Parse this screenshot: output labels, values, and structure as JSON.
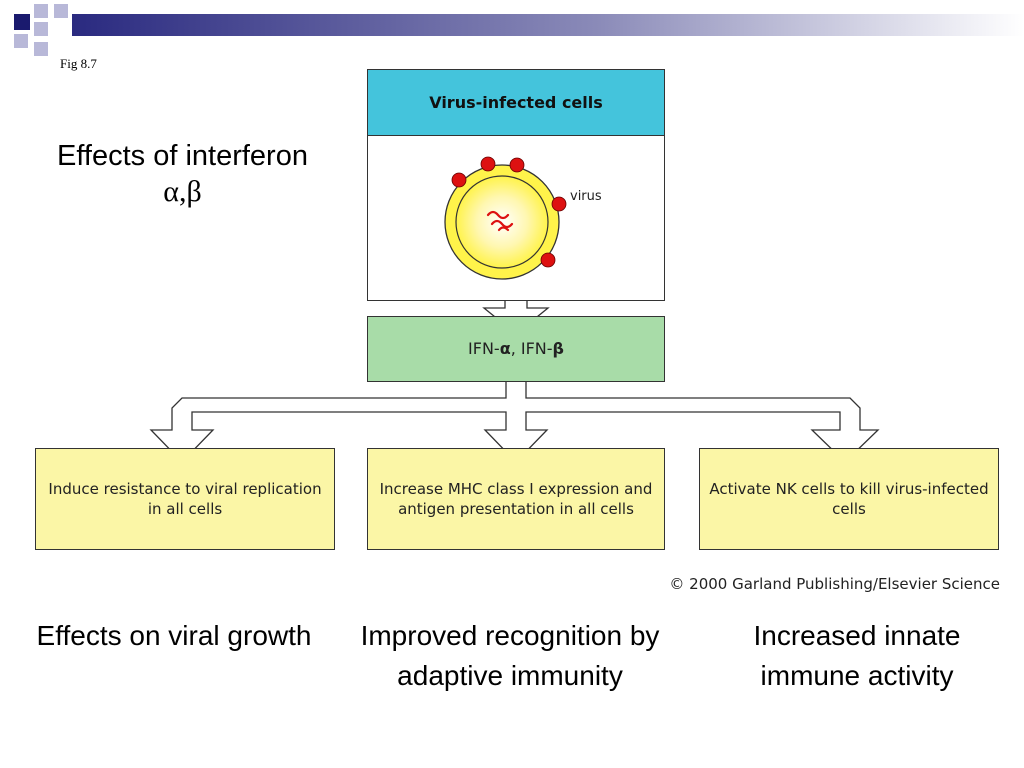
{
  "slide": {
    "fig_label": "Fig 8.7",
    "title_line1": "Effects of interferon",
    "title_greek": "α,β"
  },
  "diagram": {
    "virus_header": "Virus-infected cells",
    "virus_label": "virus",
    "ifn_prefix": "IFN-",
    "ifn_alpha": "α",
    "ifn_mid": ", IFN-",
    "ifn_beta": "β",
    "effects": [
      "Induce resistance to viral replication in all cells",
      "Increase MHC class I expression and antigen presentation in all cells",
      "Activate NK cells to kill virus-infected cells"
    ],
    "copyright": "© 2000 Garland Publishing/Elsevier Science"
  },
  "captions": [
    "Effects on viral growth",
    "Improved recognition by adaptive immunity",
    "Increased innate immune activity"
  ],
  "colors": {
    "header_cyan": "#44c4dc",
    "ifn_green": "#a8dca8",
    "effect_yellow": "#fbf6a6",
    "cell_yellow": "#fff34a",
    "virus_red": "#dd1111",
    "accent_navy": "#1a1a6e"
  }
}
